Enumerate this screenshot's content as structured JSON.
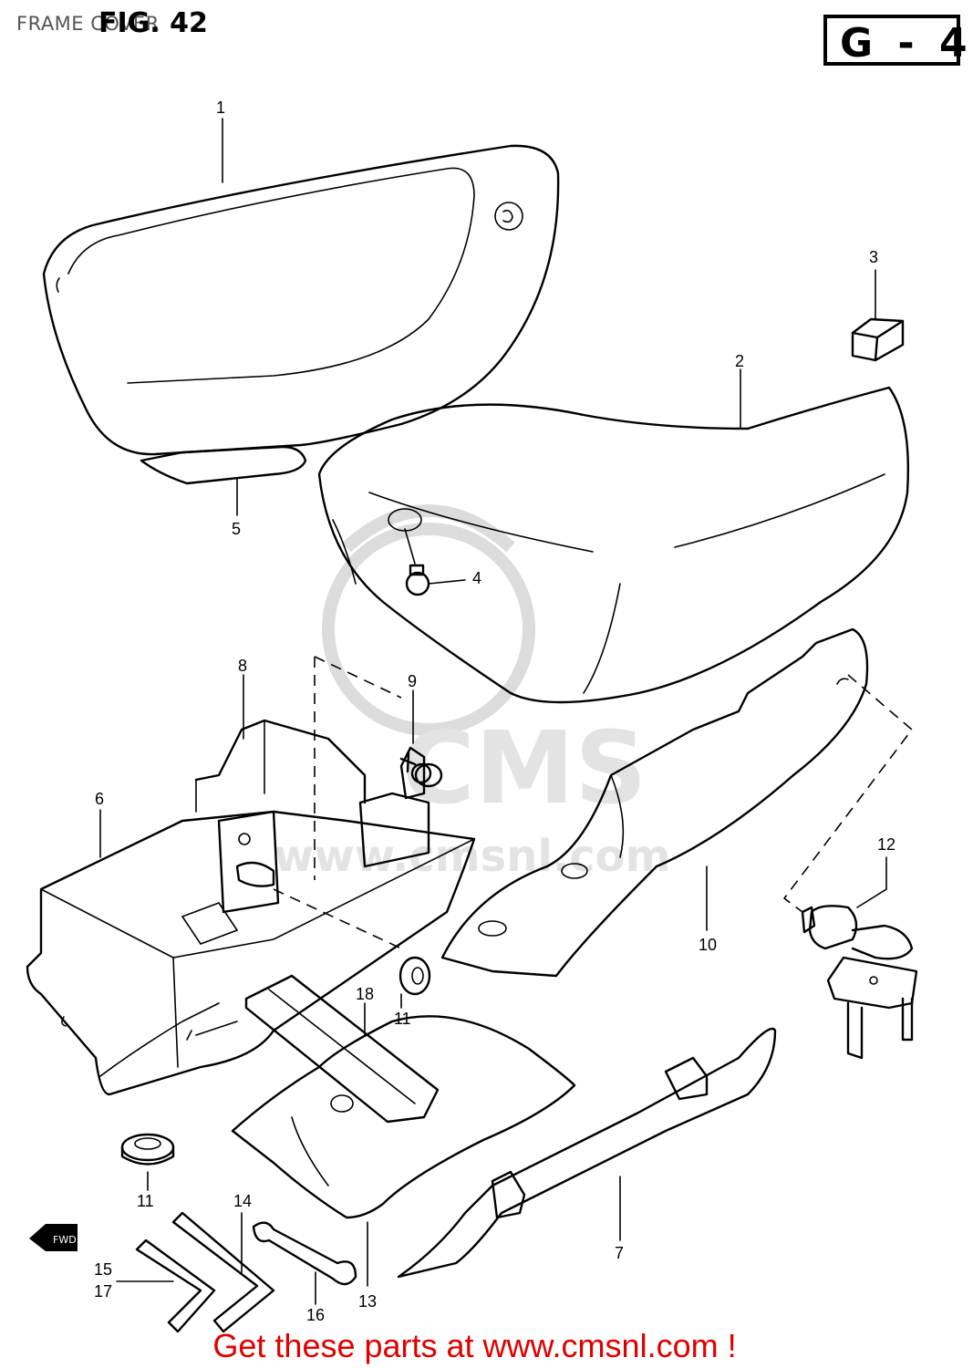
{
  "page_title": "FRAME COVER",
  "figure_title": "FIG. 42",
  "section_code": "G - 4",
  "watermark": {
    "text": "www.cmsnl.com",
    "logo_text": "CMS"
  },
  "fwd_label": "FWD",
  "callouts": [
    "1",
    "2",
    "3",
    "4",
    "5",
    "6",
    "7",
    "8",
    "9",
    "10",
    "11",
    "11",
    "12",
    "13",
    "14",
    "15",
    "17",
    "16",
    "18"
  ],
  "footer_link": "Get these parts at www.cmsnl.com !"
}
